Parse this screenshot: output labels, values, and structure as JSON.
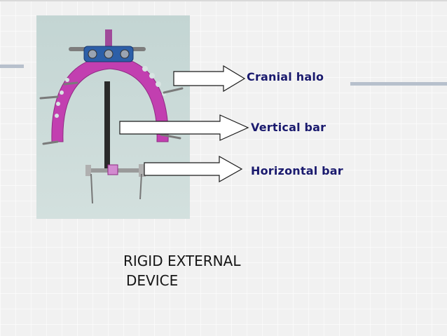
{
  "slide": {
    "labels": {
      "cranial_halo": "Cranial halo",
      "vertical_bar": "Vertical bar",
      "horizontal_bar": "Horizontal bar"
    },
    "caption_line1": "RIGID EXTERNAL",
    "caption_line2": "DEVICE"
  },
  "colors": {
    "label_text": "#1a1a6e",
    "arrow_outline": "#1a1a1a",
    "halo": "#c23fb0",
    "photo_background": "#c9d9d6"
  }
}
